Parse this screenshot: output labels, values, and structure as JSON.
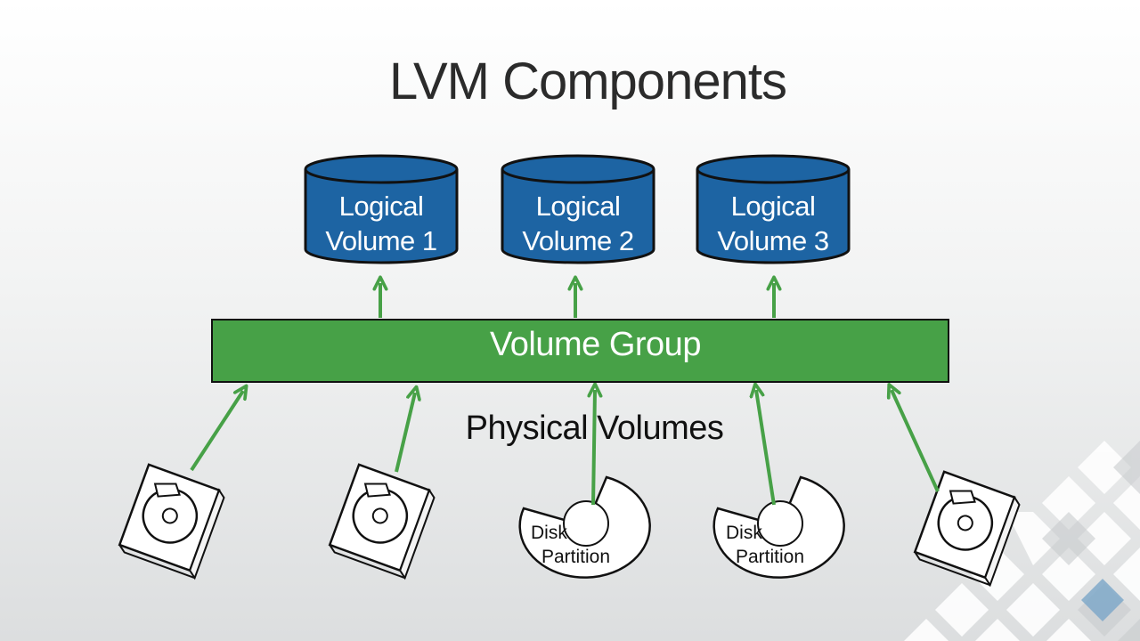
{
  "title": "LVM Components",
  "logical_volumes": [
    {
      "line1": "Logical",
      "line2": "Volume 1"
    },
    {
      "line1": "Logical",
      "line2": "Volume 2"
    },
    {
      "line1": "Logical",
      "line2": "Volume 3"
    }
  ],
  "volume_group": "Volume Group",
  "physical_volumes": "Physical Volumes",
  "partitions": [
    {
      "word1": "Disk",
      "word2": "Partition"
    },
    {
      "word1": "Disk",
      "word2": "Partition"
    }
  ],
  "colors": {
    "logical_volume": "#1d64a3",
    "volume_group": "#47a147",
    "arrow": "#47a147",
    "outline": "#111111"
  }
}
